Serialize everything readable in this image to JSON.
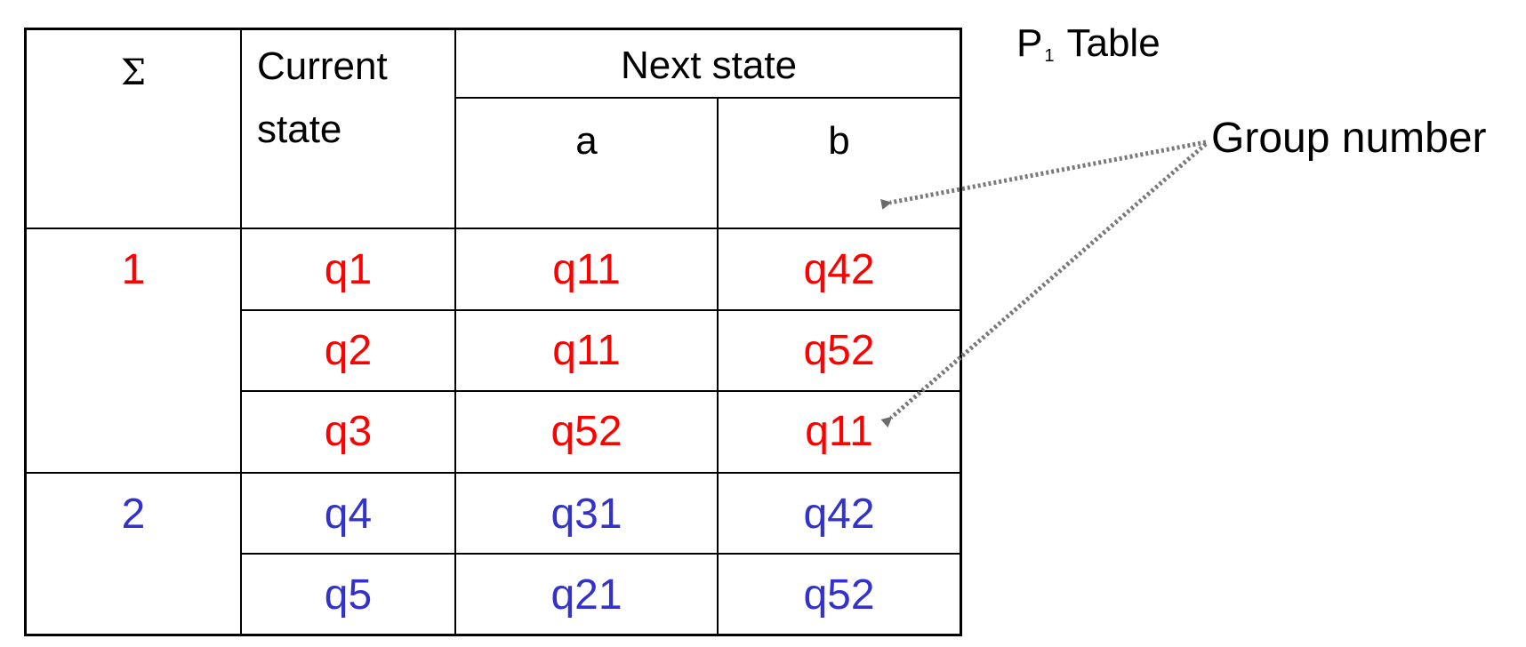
{
  "title": {
    "prefix": "P",
    "subscript": "1",
    "suffix": "Table"
  },
  "annotation": "Group number",
  "headers": {
    "sigma": "Σ",
    "current_line1": "Current",
    "current_line2": "state",
    "next": "Next state",
    "a": "a",
    "b": "b"
  },
  "groups": [
    {
      "label": "1",
      "color": "#ff0000"
    },
    {
      "label": "2",
      "color": "#3333cc"
    }
  ],
  "rows": [
    {
      "state": "q1",
      "a": "q11",
      "b": "q42"
    },
    {
      "state": "q2",
      "a": "q11",
      "b": "q52"
    },
    {
      "state": "q3",
      "a": "q52",
      "b": "q11"
    },
    {
      "state": "q4",
      "a": "q31",
      "b": "q42"
    },
    {
      "state": "q5",
      "a": "q21",
      "b": "q52"
    }
  ]
}
